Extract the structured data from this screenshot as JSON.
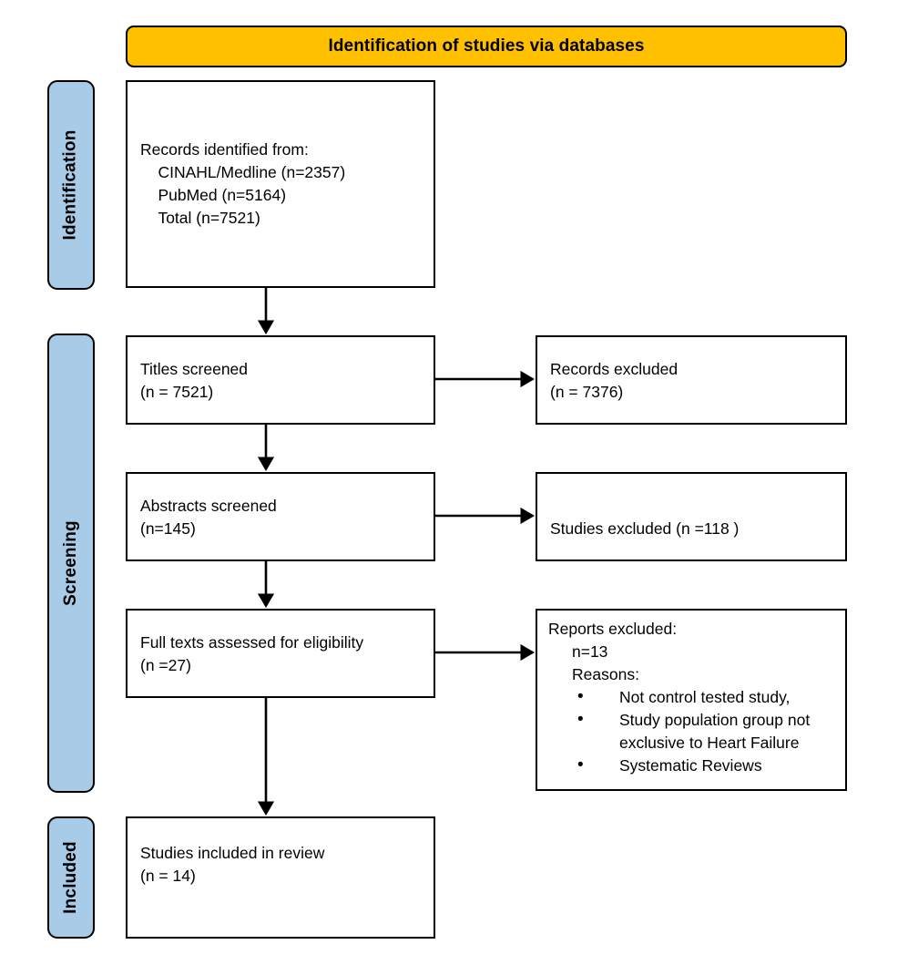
{
  "diagram": {
    "type": "prisma-flow-diagram",
    "title": "Identification of studies via databases",
    "colors": {
      "banner": "#FFC000",
      "stage_label": "#A8CBE8",
      "box_border": "#000000",
      "box_fill": "#FFFFFF",
      "text": "#000000"
    },
    "stages": [
      {
        "id": "identification",
        "label": "Identification"
      },
      {
        "id": "screening",
        "label": "Screening"
      },
      {
        "id": "included",
        "label": "Included"
      }
    ],
    "boxes": {
      "identified": {
        "text": "Records identified from:\n    CINAHL/Medline (n=2357)\n    PubMed (n=5164)\n    Total (n=7521)"
      },
      "titles_screened": {
        "text": "Titles screened\n(n = 7521)"
      },
      "records_excluded": {
        "text": "Records excluded\n(n = 7376)"
      },
      "abstracts_screened": {
        "text": "Abstracts screened\n(n=145)"
      },
      "studies_excluded": {
        "text": "Studies excluded (n =118 )"
      },
      "full_texts_assessed": {
        "text": "Full texts assessed for eligibility\n(n =27)"
      },
      "reports_excluded": {
        "heading": "Reports excluded:",
        "count": "n=13",
        "reasons_label": "Reasons:",
        "reasons": [
          "Not control tested study,",
          "Study population group\nnot exclusive to Heart\nFailure",
          "Systematic Reviews"
        ]
      },
      "studies_included": {
        "text": "Studies included in review\n(n = 14)"
      }
    },
    "connectors": [
      {
        "id": "identified-to-titles",
        "direction": "down"
      },
      {
        "id": "titles-to-records-excluded",
        "direction": "right"
      },
      {
        "id": "titles-to-abstracts",
        "direction": "down"
      },
      {
        "id": "abstracts-to-studies-excluded",
        "direction": "right"
      },
      {
        "id": "abstracts-to-fulltext",
        "direction": "down"
      },
      {
        "id": "fulltext-to-reports-excluded",
        "direction": "right"
      },
      {
        "id": "fulltext-to-included",
        "direction": "down"
      }
    ]
  }
}
